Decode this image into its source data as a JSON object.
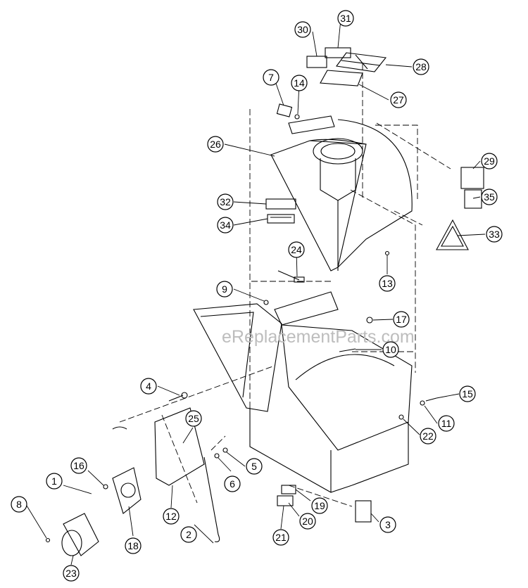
{
  "diagram": {
    "watermark": "eReplacementParts.com",
    "callouts": [
      {
        "id": "c1",
        "label": "1"
      },
      {
        "id": "c2",
        "label": "2"
      },
      {
        "id": "c3",
        "label": "3"
      },
      {
        "id": "c4",
        "label": "4"
      },
      {
        "id": "c5",
        "label": "5"
      },
      {
        "id": "c6",
        "label": "6"
      },
      {
        "id": "c7",
        "label": "7"
      },
      {
        "id": "c8",
        "label": "8"
      },
      {
        "id": "c9",
        "label": "9"
      },
      {
        "id": "c10",
        "label": "10"
      },
      {
        "id": "c11",
        "label": "11"
      },
      {
        "id": "c12",
        "label": "12"
      },
      {
        "id": "c13",
        "label": "13"
      },
      {
        "id": "c14",
        "label": "14"
      },
      {
        "id": "c15",
        "label": "15"
      },
      {
        "id": "c16",
        "label": "16"
      },
      {
        "id": "c17",
        "label": "17"
      },
      {
        "id": "c18",
        "label": "18"
      },
      {
        "id": "c19",
        "label": "19"
      },
      {
        "id": "c20",
        "label": "20"
      },
      {
        "id": "c21",
        "label": "21"
      },
      {
        "id": "c22",
        "label": "22"
      },
      {
        "id": "c23",
        "label": "23"
      },
      {
        "id": "c24",
        "label": "24"
      },
      {
        "id": "c25",
        "label": "25"
      },
      {
        "id": "c26",
        "label": "26"
      },
      {
        "id": "c27",
        "label": "27"
      },
      {
        "id": "c28",
        "label": "28"
      },
      {
        "id": "c29",
        "label": "29"
      },
      {
        "id": "c30",
        "label": "30"
      },
      {
        "id": "c31",
        "label": "31"
      },
      {
        "id": "c32",
        "label": "32"
      },
      {
        "id": "c33",
        "label": "33"
      },
      {
        "id": "c34",
        "label": "34"
      },
      {
        "id": "c35",
        "label": "35"
      }
    ]
  }
}
